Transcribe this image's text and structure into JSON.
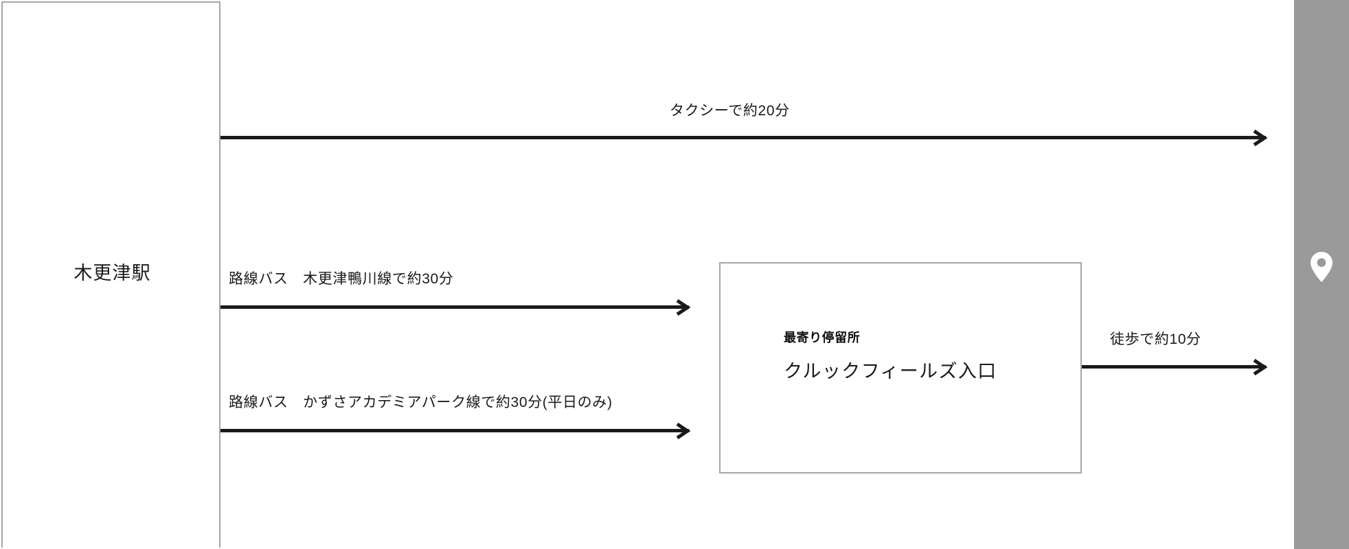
{
  "diagram": {
    "origin": {
      "label": "木更津駅"
    },
    "stop_box": {
      "kicker": "最寄り停留所",
      "name": "クルックフィールズ入口"
    },
    "destination_panel": {
      "icon": "map-pin-icon",
      "color": "#9a9a9a"
    },
    "routes": [
      {
        "id": "taxi",
        "label": "タクシーで約20分"
      },
      {
        "id": "bus-kisarazu-kamogawa",
        "label": "路線バス　木更津鴨川線で約30分"
      },
      {
        "id": "bus-kazusa-academia-park",
        "label": "路線バス　かずさアカデミアパーク線で約30分(平日のみ)"
      },
      {
        "id": "walk",
        "label": "徒歩で約10分"
      }
    ],
    "colors": {
      "line": "#1a1a1a",
      "box_border": "#a6a6a6",
      "panel": "#9a9a9a",
      "background": "#ffffff"
    }
  }
}
